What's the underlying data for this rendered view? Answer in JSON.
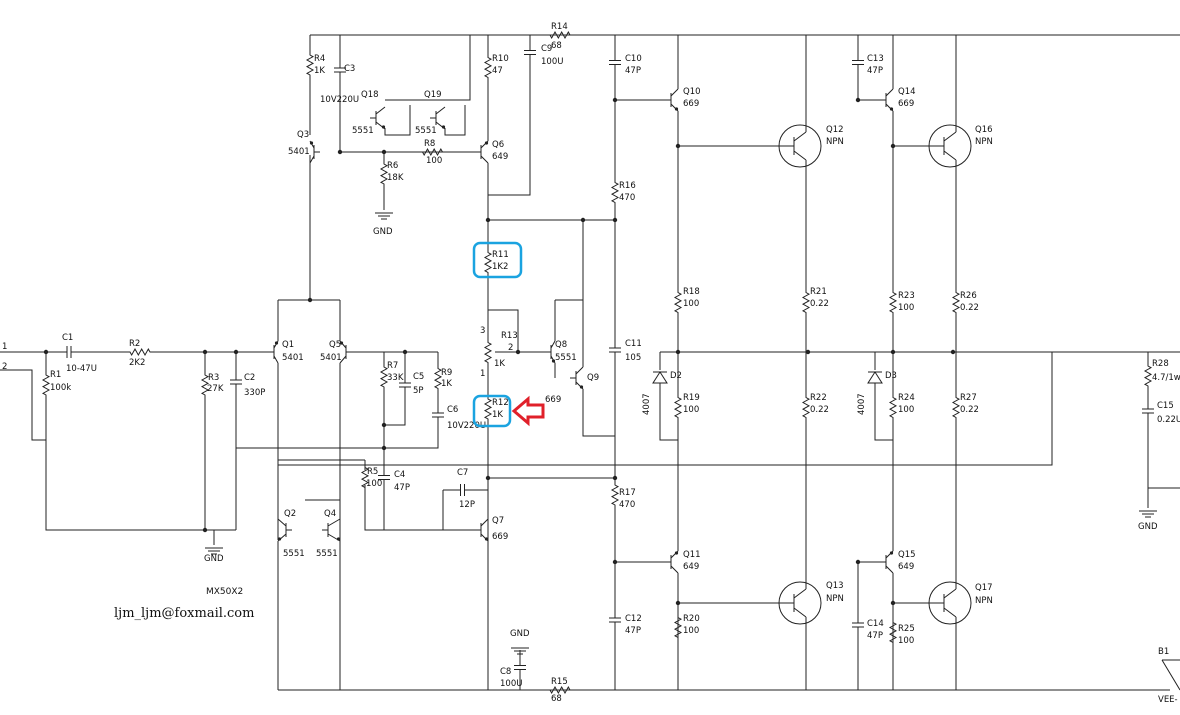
{
  "title": "MX50X2",
  "email": "ljm_ljm@foxmail.com",
  "highlight_color": "#1aa3e0",
  "arrow_color": "#e0202a",
  "pins": {
    "in1": "1",
    "in2": "2",
    "pot_1": "1",
    "pot_2": "2",
    "pot_3": "3"
  },
  "gnd": {
    "c3": "GND",
    "r1": "GND",
    "c8": "GND",
    "out": "GND"
  },
  "rails": {
    "vee": "VEE-",
    "b1": "B1"
  },
  "components": {
    "R1": {
      "name": "R1",
      "value": "100k"
    },
    "R2": {
      "name": "R2",
      "value": "2K2"
    },
    "R3": {
      "name": "R3",
      "value": "27K"
    },
    "R4": {
      "name": "R4",
      "value": "1K"
    },
    "R5": {
      "name": "R5",
      "value": "100"
    },
    "R6": {
      "name": "R6",
      "value": "18K"
    },
    "R7": {
      "name": "R7",
      "value": "33K"
    },
    "R8": {
      "name": "R8",
      "value": "100"
    },
    "R9": {
      "name": "R9",
      "value": "1K"
    },
    "R10": {
      "name": "R10",
      "value": "47"
    },
    "R11": {
      "name": "R11",
      "value": "1K2"
    },
    "R12": {
      "name": "R12",
      "value": "1K"
    },
    "R13": {
      "name": "R13",
      "value": "1K"
    },
    "R14": {
      "name": "R14",
      "value": "68"
    },
    "R15": {
      "name": "R15",
      "value": "68"
    },
    "R16": {
      "name": "R16",
      "value": "470"
    },
    "R17": {
      "name": "R17",
      "value": "470"
    },
    "R18": {
      "name": "R18",
      "value": "100"
    },
    "R19": {
      "name": "R19",
      "value": "100"
    },
    "R20": {
      "name": "R20",
      "value": "100"
    },
    "R21": {
      "name": "R21",
      "value": "0.22"
    },
    "R22": {
      "name": "R22",
      "value": "0.22"
    },
    "R23": {
      "name": "R23",
      "value": "100"
    },
    "R24": {
      "name": "R24",
      "value": "100"
    },
    "R25": {
      "name": "R25",
      "value": "100"
    },
    "R26": {
      "name": "R26",
      "value": "0.22"
    },
    "R27": {
      "name": "R27",
      "value": "0.22"
    },
    "R28": {
      "name": "R28",
      "value": "4.7/1w"
    },
    "C1": {
      "name": "C1",
      "value": "10-47U"
    },
    "C2": {
      "name": "C2",
      "value": "330P"
    },
    "C3": {
      "name": "C3",
      "value": "10V220U"
    },
    "C4": {
      "name": "C4",
      "value": "47P"
    },
    "C5": {
      "name": "C5",
      "value": "5P"
    },
    "C6": {
      "name": "C6",
      "value": "10V220U"
    },
    "C7": {
      "name": "C7",
      "value": "12P"
    },
    "C8": {
      "name": "C8",
      "value": "100U"
    },
    "C9": {
      "name": "C9",
      "value": "100U"
    },
    "C10": {
      "name": "C10",
      "value": "47P"
    },
    "C11": {
      "name": "C11",
      "value": "105"
    },
    "C12": {
      "name": "C12",
      "value": "47P"
    },
    "C13": {
      "name": "C13",
      "value": "47P"
    },
    "C14": {
      "name": "C14",
      "value": "47P"
    },
    "C15": {
      "name": "C15",
      "value": "0.22U"
    },
    "Q1": {
      "name": "Q1",
      "value": "5401"
    },
    "Q2": {
      "name": "Q2",
      "value": "5551"
    },
    "Q3": {
      "name": "Q3",
      "value": "5401"
    },
    "Q4": {
      "name": "Q4",
      "value": "5551"
    },
    "Q5": {
      "name": "Q5",
      "value": "5401"
    },
    "Q6": {
      "name": "Q6",
      "value": "649"
    },
    "Q7": {
      "name": "Q7",
      "value": "669"
    },
    "Q8": {
      "name": "Q8",
      "value": "5551"
    },
    "Q9": {
      "name": "Q9",
      "value": "669"
    },
    "Q10": {
      "name": "Q10",
      "value": "669"
    },
    "Q11": {
      "name": "Q11",
      "value": "649"
    },
    "Q12": {
      "name": "Q12",
      "value": "NPN"
    },
    "Q13": {
      "name": "Q13",
      "value": "NPN"
    },
    "Q14": {
      "name": "Q14",
      "value": "669"
    },
    "Q15": {
      "name": "Q15",
      "value": "649"
    },
    "Q16": {
      "name": "Q16",
      "value": "NPN"
    },
    "Q17": {
      "name": "Q17",
      "value": "NPN"
    },
    "Q18": {
      "name": "Q18",
      "value": "5551"
    },
    "Q19": {
      "name": "Q19",
      "value": "5551"
    },
    "D2": {
      "name": "D2",
      "value": "4007"
    },
    "D3": {
      "name": "D3",
      "value": "4007"
    }
  }
}
